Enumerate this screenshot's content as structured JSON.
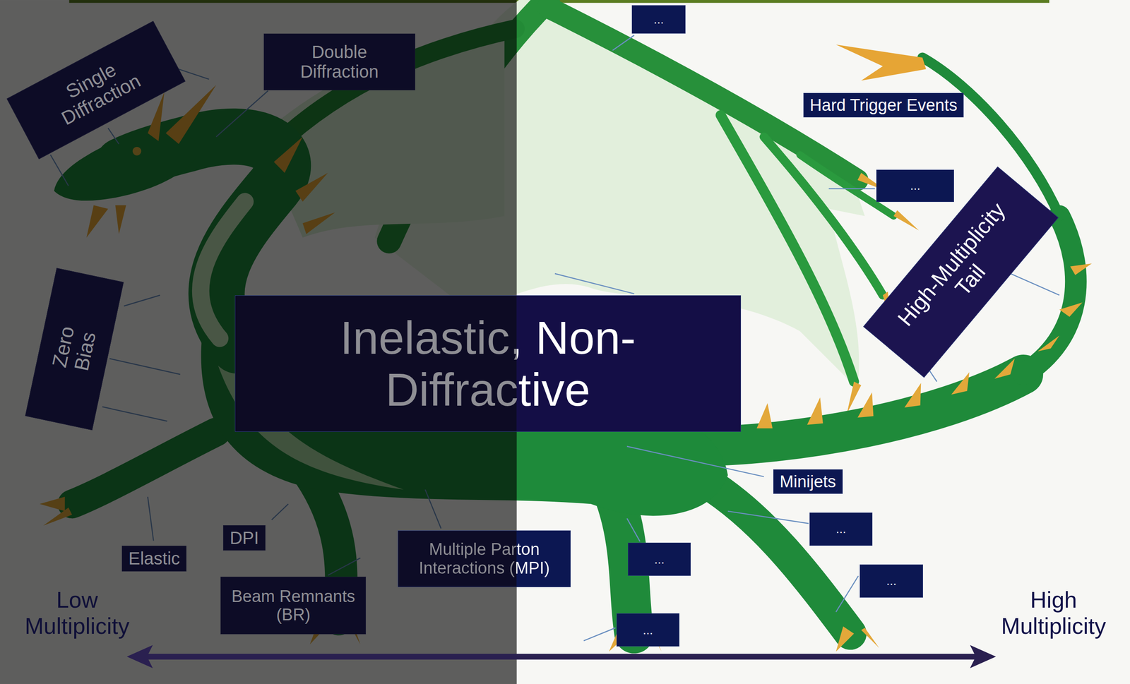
{
  "diagram": {
    "nodes": [
      {
        "text": [
          "Single Diffraction"
        ]
      },
      {
        "text": [
          "Double Diffraction"
        ]
      },
      {
        "text": [
          "..."
        ]
      },
      {
        "text": [
          "Hard Trigger Events"
        ]
      },
      {
        "text": [
          "..."
        ]
      },
      {
        "text": [
          "High-Multiplicity Tail"
        ]
      },
      {
        "text": [
          "Zero Bias"
        ]
      },
      {
        "text": [
          "Inelastic, Non-Diffractive"
        ]
      },
      {
        "text": [
          "Minijets"
        ]
      },
      {
        "text": [
          "..."
        ]
      },
      {
        "text": [
          "Elastic"
        ]
      },
      {
        "text": [
          "DPI"
        ]
      },
      {
        "text": [
          "..."
        ]
      },
      {
        "text": [
          "Multiple Parton Interactions (MPI)"
        ]
      },
      {
        "text": [
          "..."
        ]
      },
      {
        "text": [
          "Beam Remnants (BR)"
        ]
      },
      {
        "text": [
          "..."
        ]
      }
    ],
    "labels": [
      "Low Multiplicity",
      "High Multiplicity"
    ]
  }
}
